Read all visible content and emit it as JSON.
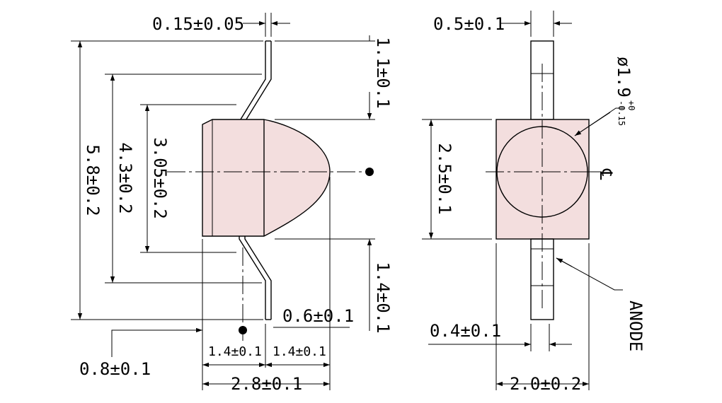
{
  "side_view": {
    "lead_thickness": "0.15±0.05",
    "overall_height": "5.8±0.2",
    "lead_span": "4.3±0.2",
    "body_height": "3.05±0.2",
    "top_lead_length": "1.1±0.1",
    "bottom_lead_length": "1.4±0.1",
    "lens_offset": "0.6±0.1",
    "center_offset": "0.8±0.1",
    "left_half_width": "1.4±0.1",
    "right_half_width": "1.4±0.1",
    "total_width": "2.8±0.1"
  },
  "front_view": {
    "top_lead_width": "0.5±0.1",
    "lens_diameter": "ø1.9",
    "lens_tol_plus": "+0",
    "lens_tol_minus": "-0.15",
    "body_height": "2.5±0.1",
    "centerline_symbol": "℄",
    "anode_label": "ANODE",
    "bottom_lead_width": "0.4±0.1",
    "body_width": "2.0±0.2"
  }
}
